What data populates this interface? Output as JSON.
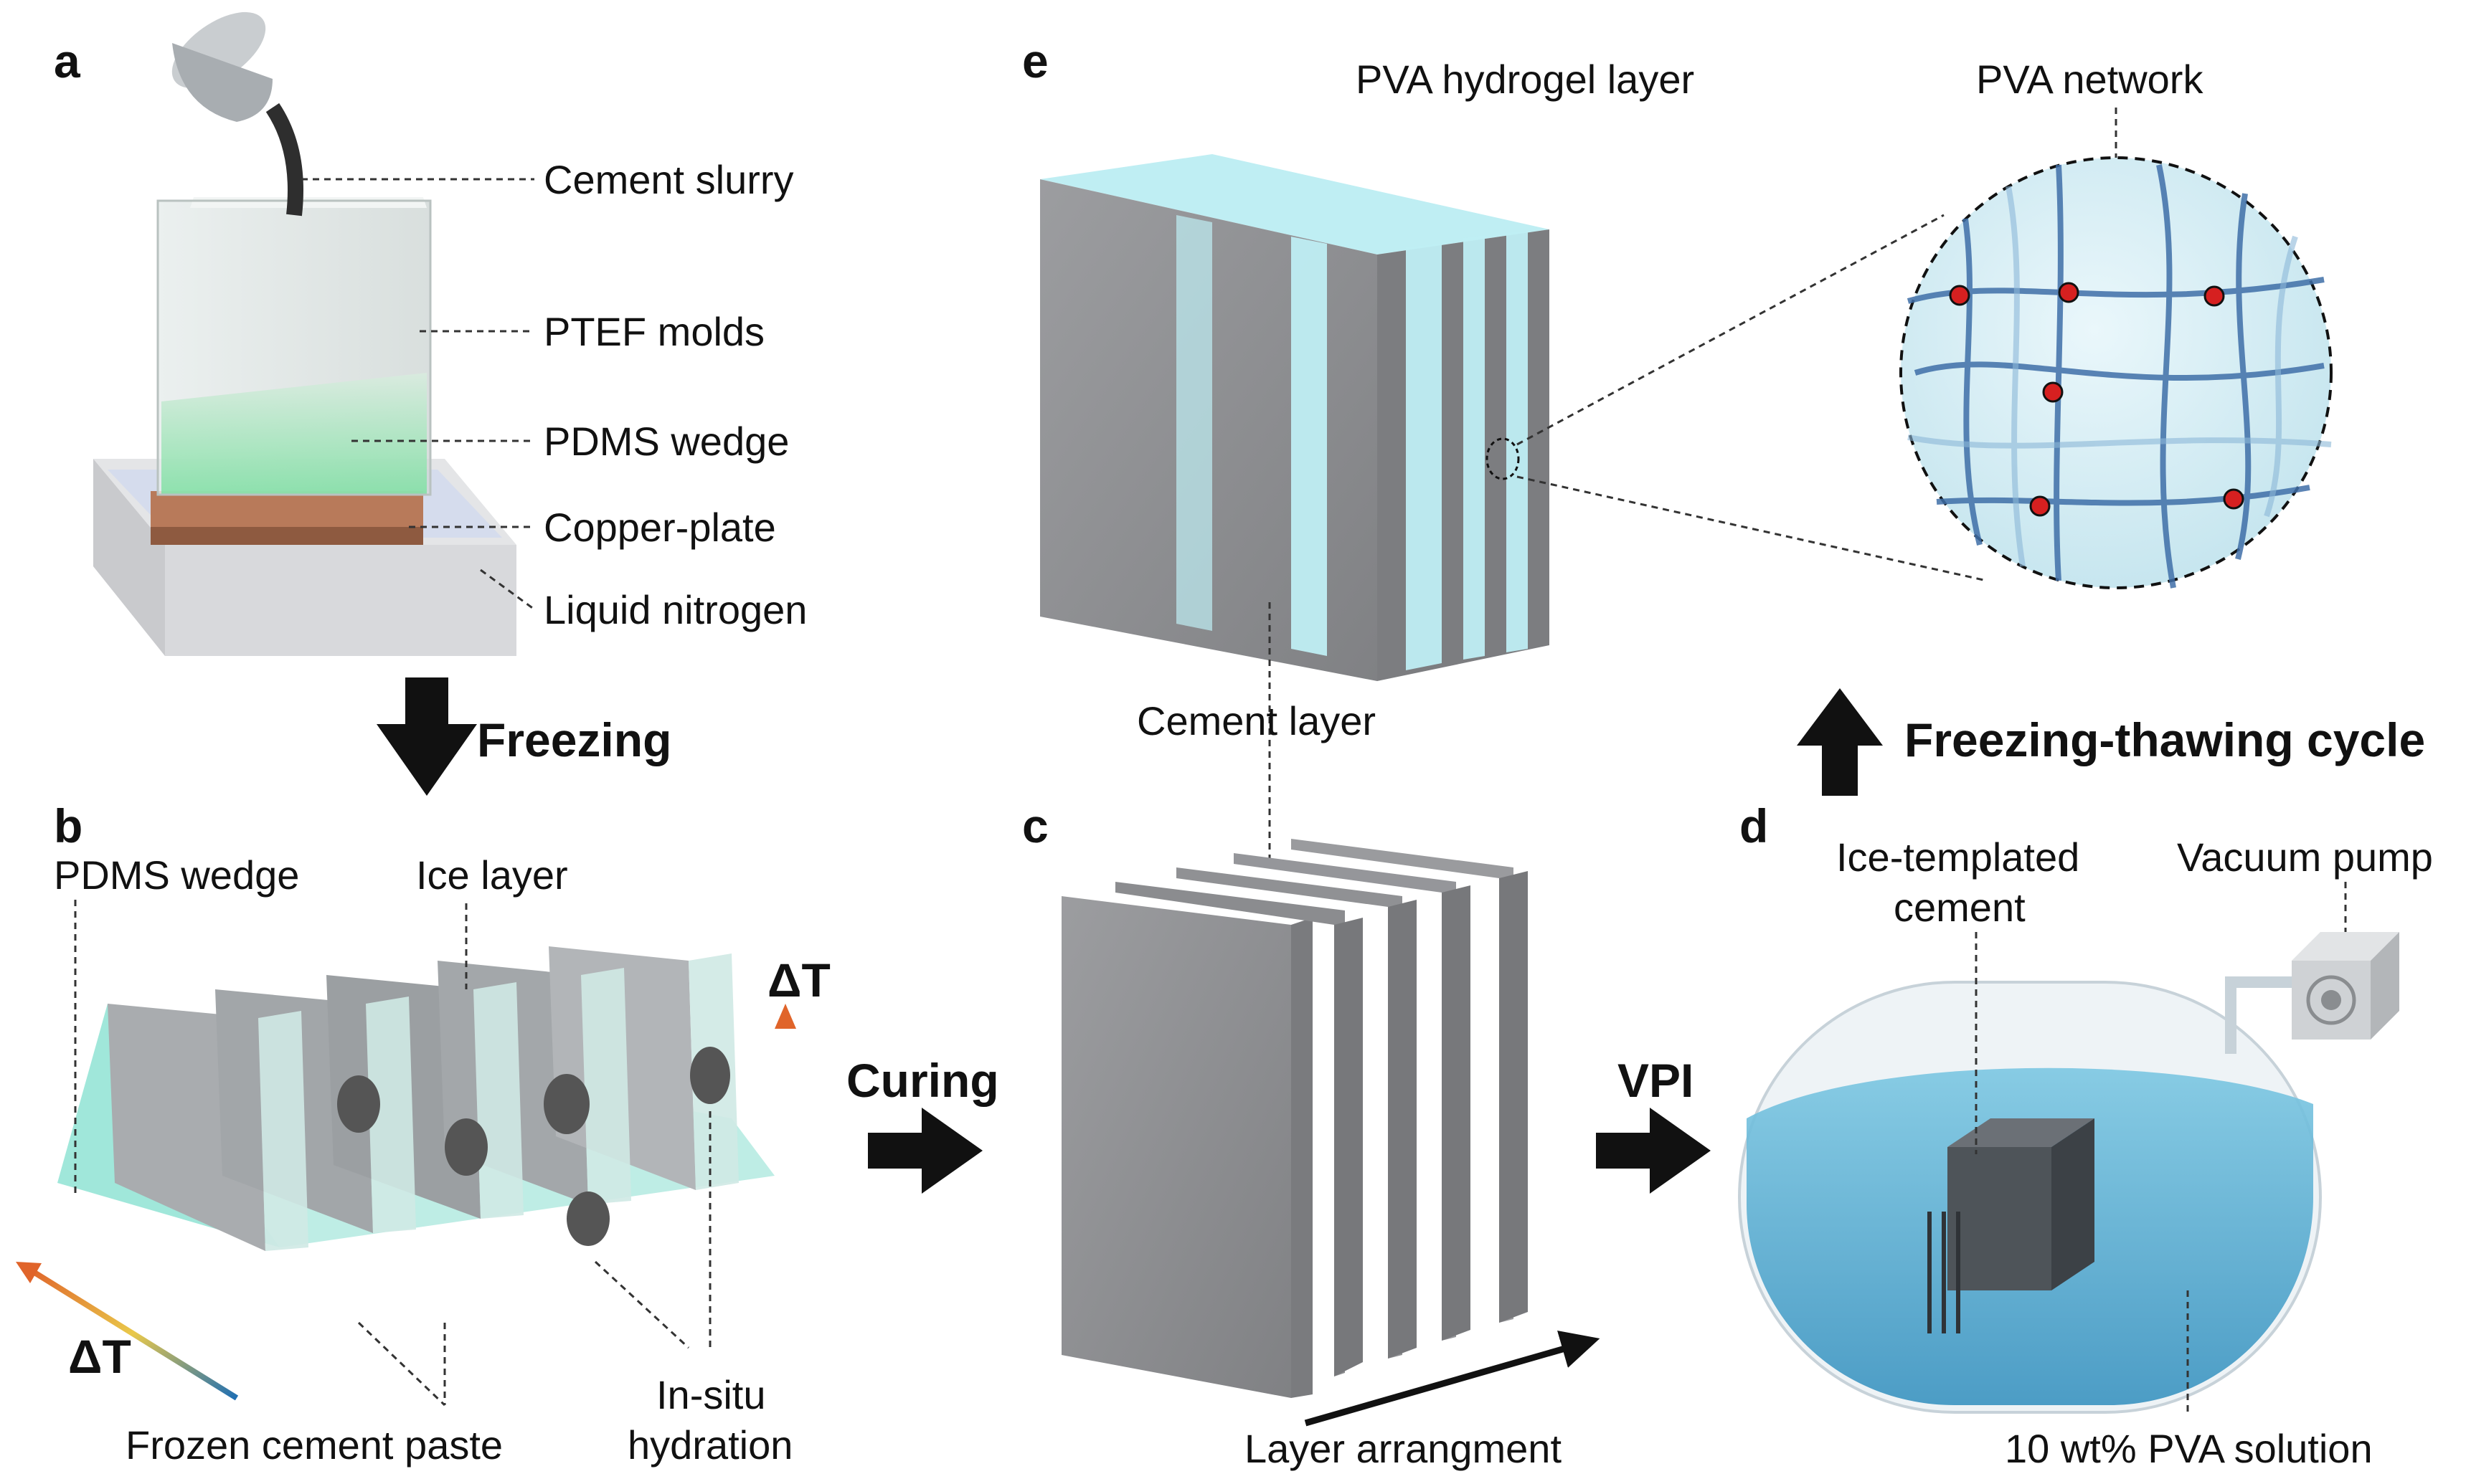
{
  "panels": {
    "a": "a",
    "b": "b",
    "c": "c",
    "d": "d",
    "e": "e"
  },
  "panel_a": {
    "cement_slurry": "Cement slurry",
    "ptef_molds": "PTEF molds",
    "pdms_wedge": "PDMS wedge",
    "copper_plate": "Copper-plate",
    "liquid_nitrogen": "Liquid nitrogen"
  },
  "panel_b": {
    "pdms_wedge": "PDMS wedge",
    "ice_layer": "Ice layer",
    "delta_t_vertical": "ΔT",
    "delta_t_horizontal": "ΔT",
    "frozen_cement_paste": "Frozen cement paste",
    "in_situ_line1": "In-situ",
    "in_situ_line2": "hydration"
  },
  "panel_c": {
    "layer_arrangement": "Layer arrangment"
  },
  "panel_d": {
    "ice_templated_line1": "Ice-templated",
    "ice_templated_line2": "cement",
    "vacuum_pump": "Vacuum pump",
    "pva_solution": "10 wt% PVA solution"
  },
  "panel_e": {
    "pva_hydrogel_layer": "PVA hydrogel layer",
    "pva_network": "PVA network",
    "cement_layer": "Cement layer"
  },
  "steps": {
    "freezing": "Freezing",
    "curing": "Curing",
    "vpi": "VPI",
    "freezing_thawing": "Freezing-thawing cycle"
  },
  "colors": {
    "cement": "#8f9093",
    "hydrogel": "#bfeef3",
    "pva_strand": "#3f6fa8",
    "crosslink": "#d62020",
    "pva_bath": "#4aa8cf",
    "copper": "#b87a5a"
  }
}
